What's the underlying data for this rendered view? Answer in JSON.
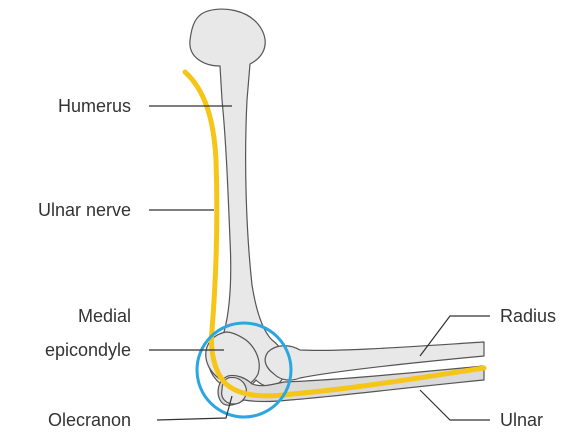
{
  "colors": {
    "nerve": "#f5c518",
    "highlight_circle": "#2ba6e0",
    "bone_fill": "#e8e8e8",
    "bone_outline": "#555555",
    "label_text": "#333333"
  },
  "labels": {
    "humerus": "Humerus",
    "ulnar_nerve": "Ulnar nerve",
    "medial_epicondyle_line1": "Medial",
    "medial_epicondyle_line2": "epicondyle",
    "olecranon": "Olecranon",
    "radius": "Radius",
    "ulnar": "Ulnar"
  }
}
